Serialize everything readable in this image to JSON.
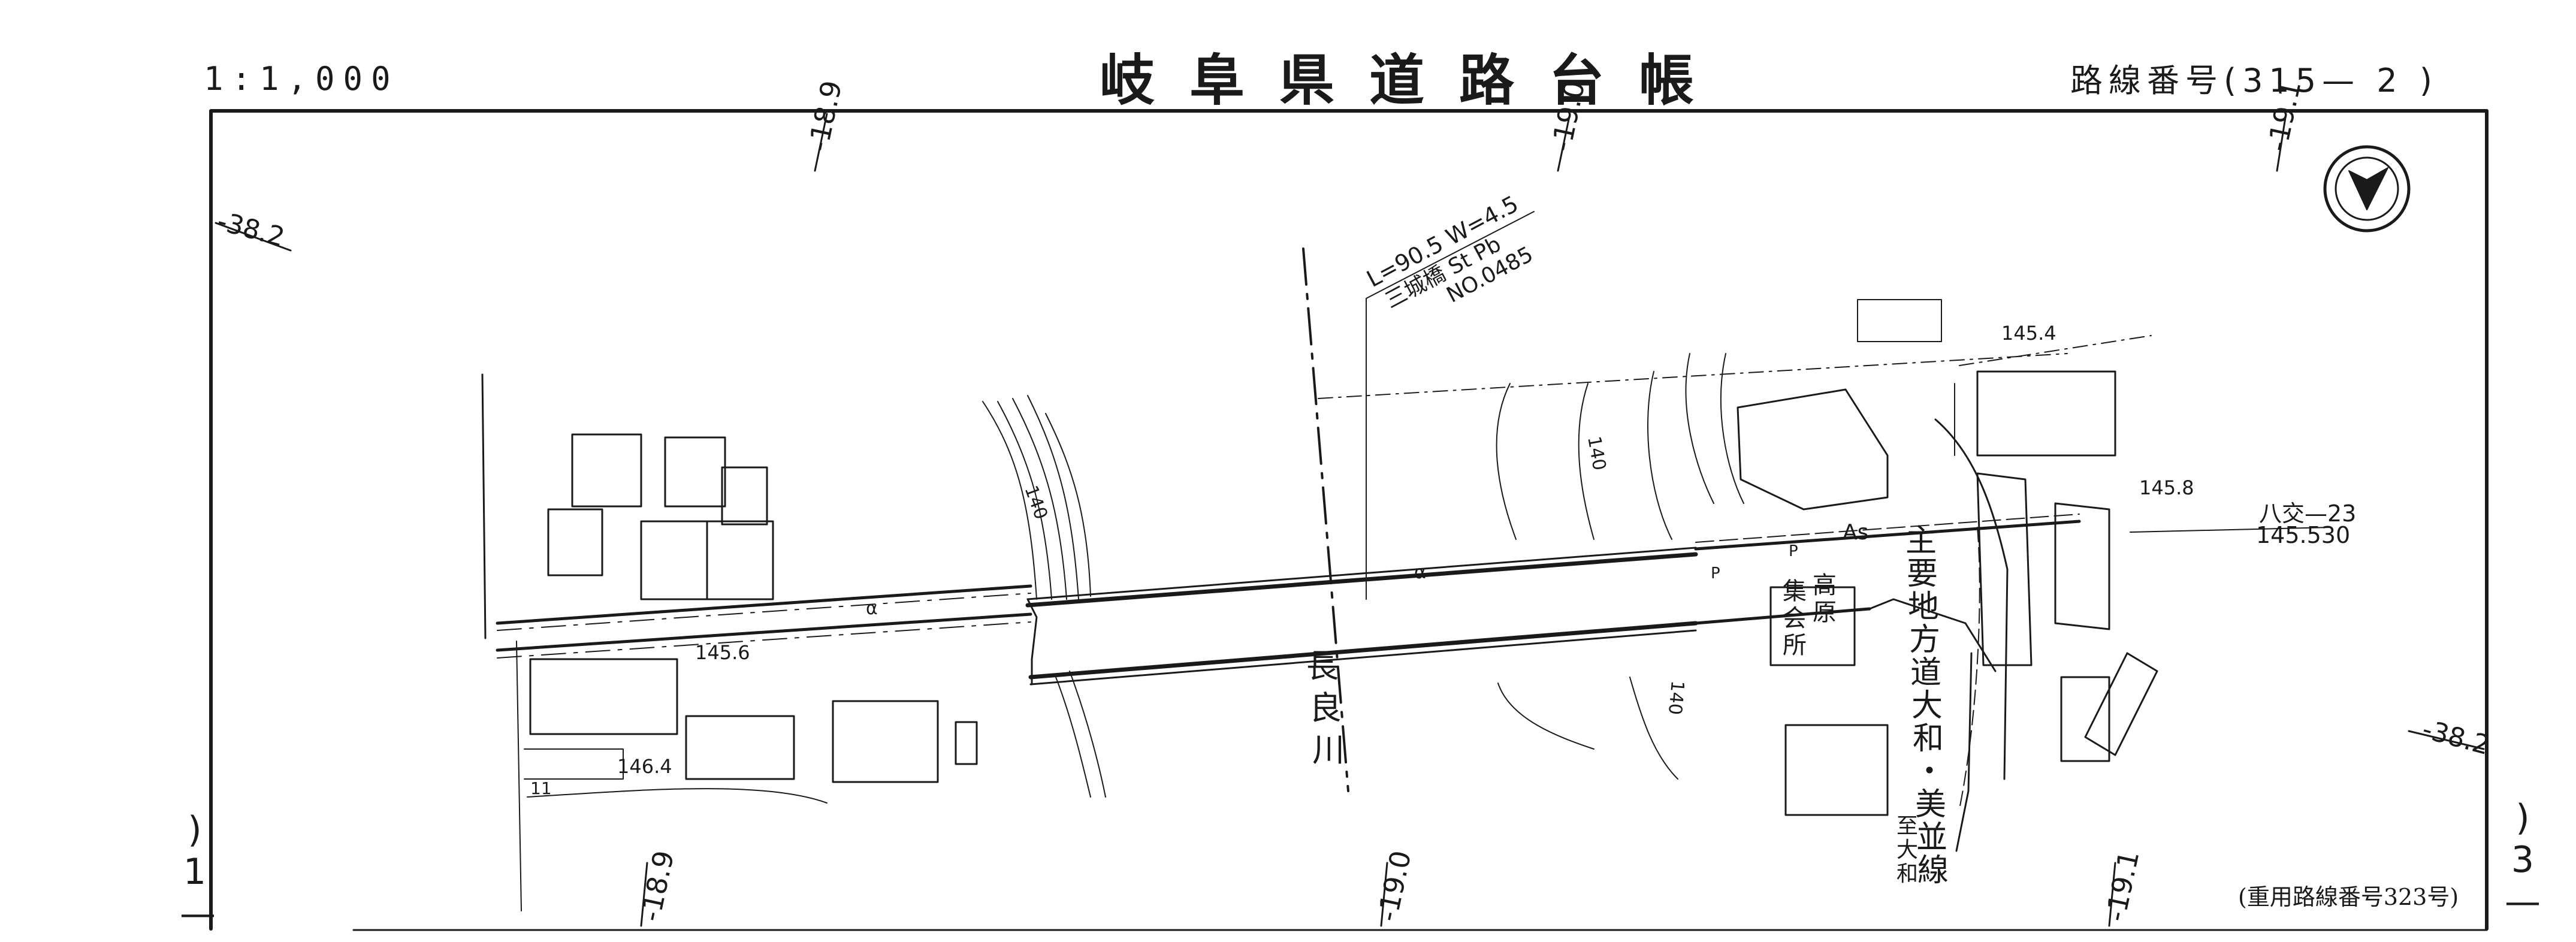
{
  "header": {
    "scale": "1:1,000",
    "title": "岐阜県道路台帳",
    "route_label": "路線番号(315— 2 )"
  },
  "grid_labels": {
    "y_top_left": "-18.9",
    "y_top_mid": "-19.0",
    "y_top_right": "-19.1",
    "x_left": "-38.2",
    "x_right": "-38.2",
    "y_bottom_left": "-18.9",
    "y_bottom_mid": "-19.0",
    "y_bottom_right": "-19.1"
  },
  "bridge": {
    "length_width": "L=90.5 W=4.5",
    "name_type": "三城橋 St Pb",
    "number": "NO.0485"
  },
  "features": {
    "river_chars": [
      "長",
      "良",
      "川"
    ],
    "main_road_chars": [
      "主",
      "要",
      "地",
      "方",
      "道",
      "大",
      "和",
      "・",
      "美",
      "並",
      "線"
    ],
    "direction_chars": [
      "至",
      "大",
      "和"
    ],
    "hall_chars": [
      "集",
      "高",
      "会",
      "原",
      "所"
    ],
    "intersection_name": "八交—23",
    "intersection_elev": "145.530",
    "surface": "As",
    "elevations": [
      "145.4",
      "145.8",
      "145.6",
      "146.4"
    ],
    "contours": [
      "140",
      "140",
      "140"
    ],
    "misc": [
      "α",
      "α",
      "P",
      "P",
      "11"
    ]
  },
  "notes": {
    "overlap_route": "(重用路線番号323号)"
  },
  "sheet_markers": {
    "left": ")\n1\n—",
    "right": ")\n3\n—"
  },
  "colors": {
    "ink": "#1a1a1a"
  },
  "icons": {
    "north": "north-arrow-icon"
  }
}
